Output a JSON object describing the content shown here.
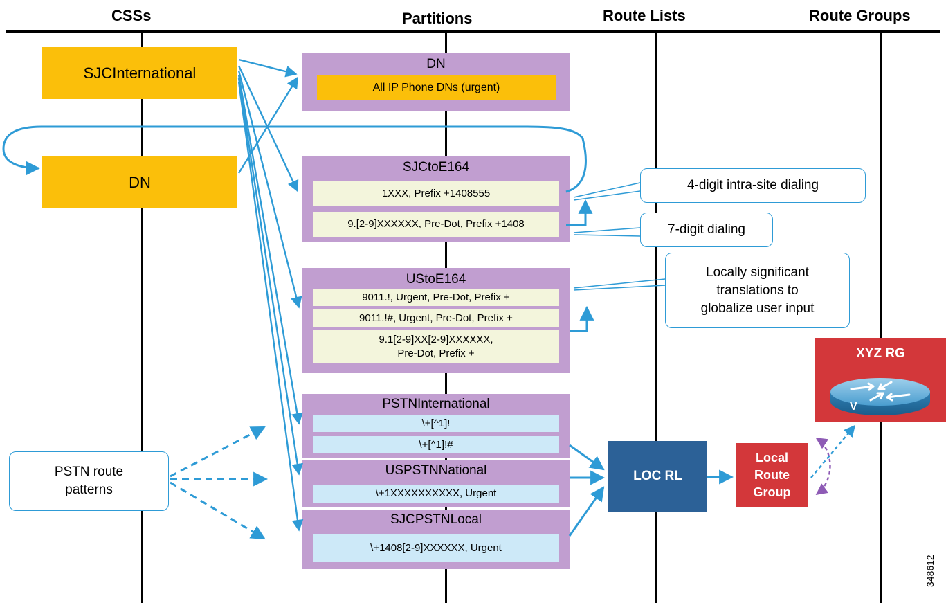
{
  "headers": {
    "csss": "CSSs",
    "partitions": "Partitions",
    "route_lists": "Route Lists",
    "route_groups": "Route Groups"
  },
  "css_boxes": {
    "sjc_international": "SJCInternational",
    "dn": "DN"
  },
  "partitions": {
    "dn": {
      "title": "DN",
      "patterns": [
        "All IP Phone DNs (urgent)"
      ]
    },
    "sjc_to_e164": {
      "title": "SJCtoE164",
      "patterns": [
        "1XXX, Prefix +1408555",
        "9.[2-9]XXXXXX, Pre-Dot, Prefix +1408"
      ]
    },
    "us_to_e164": {
      "title": "UStoE164",
      "patterns": [
        "9011.!, Urgent, Pre-Dot, Prefix +",
        "9011.!#, Urgent, Pre-Dot, Prefix +",
        "9.1[2-9]XX[2-9]XXXXXX,",
        "Pre-Dot, Prefix +"
      ]
    },
    "pstn_international": {
      "title": "PSTNInternational",
      "patterns": [
        "\\+[^1]!",
        "\\+[^1]!#"
      ]
    },
    "us_pstn_national": {
      "title": "USPSTNNational",
      "patterns": [
        "\\+1XXXXXXXXXX, Urgent"
      ]
    },
    "sjc_pstn_local": {
      "title": "SJCPSTNLocal",
      "patterns": [
        "\\+1408[2-9]XXXXXX, Urgent"
      ]
    }
  },
  "callouts": {
    "four_digit": "4-digit intra-site dialing",
    "seven_digit": "7-digit dialing",
    "local_translations": [
      "Locally significant",
      "translations to",
      "globalize user input"
    ],
    "pstn_route_patterns": [
      "PSTN route",
      "patterns"
    ]
  },
  "route_list": {
    "label": "LOC RL"
  },
  "local_route_group": {
    "lines": [
      "Local",
      "Route",
      "Group"
    ]
  },
  "route_group": {
    "label": "XYZ RG",
    "icon": "router-icon"
  },
  "figure_id": "348612",
  "colors": {
    "css_box": "#fbbf0a",
    "partition": "#c19ed0",
    "pattern_cream": "#f3f5dc",
    "pattern_blue": "#cde9f8",
    "arrow": "#2e9bd6",
    "route_list": "#2c6197",
    "route_group": "#d3373a",
    "dotted_arrow_purple": "#8e5bb5"
  }
}
